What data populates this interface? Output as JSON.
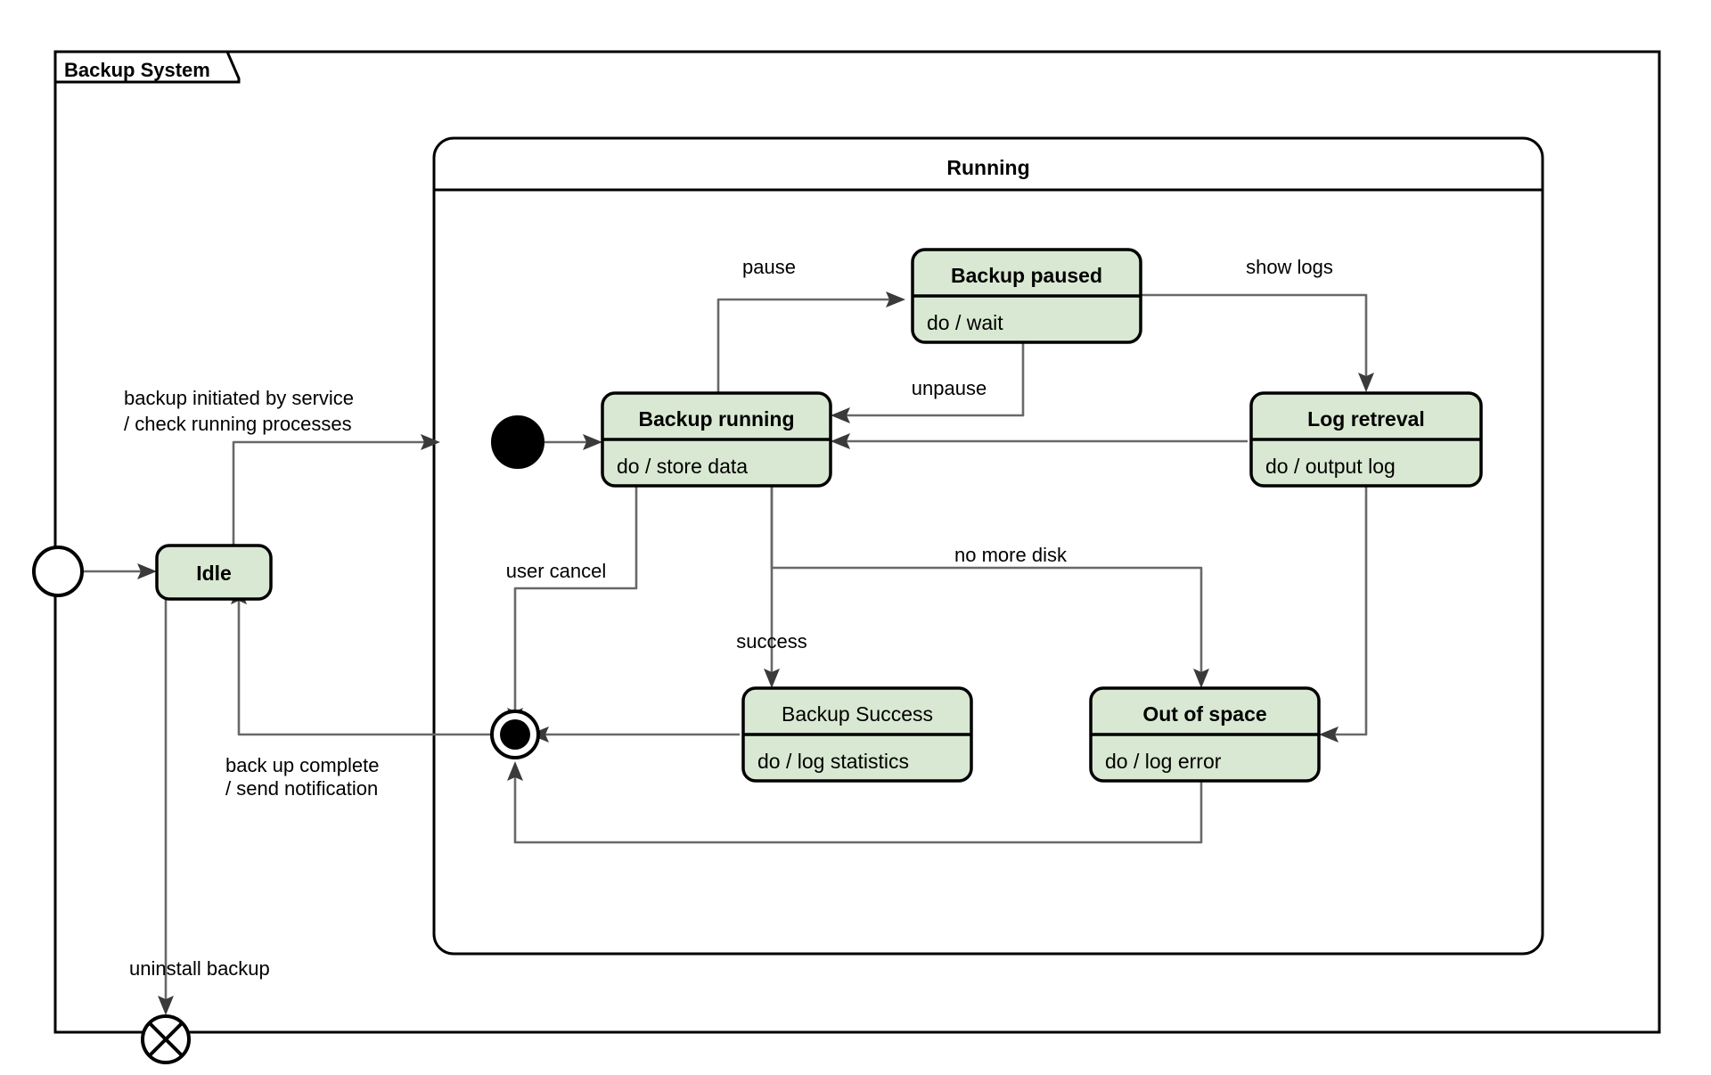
{
  "diagram": {
    "type": "uml-state-machine",
    "frame": {
      "title": "Backup System"
    },
    "composite_state": {
      "title": "Running"
    },
    "colors": {
      "state_fill": "#d9e8d2",
      "state_border": "#000000",
      "edge": "#686868",
      "frame_border": "#000000",
      "background": "#ffffff"
    },
    "nodes": [
      {
        "id": "initial-outer",
        "kind": "initial-pseudostate-hollow",
        "label": ""
      },
      {
        "id": "idle",
        "kind": "state",
        "title": "Idle",
        "activity": "",
        "bold": true
      },
      {
        "id": "initial-running",
        "kind": "initial-pseudostate-solid",
        "label": ""
      },
      {
        "id": "backup-running",
        "kind": "state",
        "title": "Backup running",
        "activity": "do / store data",
        "bold": true
      },
      {
        "id": "backup-paused",
        "kind": "state",
        "title": "Backup paused",
        "activity": "do / wait",
        "bold": true
      },
      {
        "id": "log-retreval",
        "kind": "state",
        "title": "Log retreval",
        "activity": "do / output log",
        "bold": true
      },
      {
        "id": "backup-success",
        "kind": "state",
        "title": "Backup Success",
        "activity": "do / log statistics",
        "bold": false
      },
      {
        "id": "out-of-space",
        "kind": "state",
        "title": "Out of space",
        "activity": "do / log error",
        "bold": true
      },
      {
        "id": "final-running",
        "kind": "final-state",
        "label": ""
      },
      {
        "id": "terminate",
        "kind": "terminate-node",
        "label": ""
      }
    ],
    "transitions": [
      {
        "id": "t-start-idle",
        "from": "initial-outer",
        "to": "idle",
        "label": ""
      },
      {
        "id": "t-idle-running",
        "from": "idle",
        "to": "initial-running",
        "label": "backup initiated by service\n/ check running processes",
        "label_line1": "backup initiated by service",
        "label_line2": "/ check running processes"
      },
      {
        "id": "t-complete-idle",
        "from": "final-running",
        "to": "idle",
        "label": "back up complete\n/ send notification",
        "label_line1": "back up complete",
        "label_line2": "/ send notification"
      },
      {
        "id": "t-idle-terminate",
        "from": "idle",
        "to": "terminate",
        "label": "uninstall backup"
      },
      {
        "id": "t-init-backup",
        "from": "initial-running",
        "to": "backup-running",
        "label": ""
      },
      {
        "id": "t-pause",
        "from": "backup-running",
        "to": "backup-paused",
        "label": "pause"
      },
      {
        "id": "t-unpause",
        "from": "backup-paused",
        "to": "backup-running",
        "label": "unpause"
      },
      {
        "id": "t-show-logs",
        "from": "backup-paused",
        "to": "log-retreval",
        "label": "show logs"
      },
      {
        "id": "t-log-back",
        "from": "log-retreval",
        "to": "backup-running",
        "label": ""
      },
      {
        "id": "t-user-cancel",
        "from": "backup-running",
        "to": "final-running",
        "label": "user cancel"
      },
      {
        "id": "t-success",
        "from": "backup-running",
        "to": "backup-success",
        "label": "success"
      },
      {
        "id": "t-no-more-disk",
        "from": "backup-running",
        "to": "out-of-space",
        "label": "no more disk"
      },
      {
        "id": "t-success-final",
        "from": "backup-success",
        "to": "final-running",
        "label": ""
      },
      {
        "id": "t-outofspace-final",
        "from": "out-of-space",
        "to": "final-running",
        "label": ""
      },
      {
        "id": "t-logretreval-outofspace",
        "from": "log-retreval",
        "to": "out-of-space",
        "label": ""
      }
    ],
    "labels": {
      "backup_initiated_l1": "backup initiated by service",
      "backup_initiated_l2": "/ check running processes",
      "back_up_complete_l1": "back up complete",
      "back_up_complete_l2": "/ send notification",
      "uninstall_backup": "uninstall backup",
      "pause": "pause",
      "unpause": "unpause",
      "show_logs": "show logs",
      "user_cancel": "user cancel",
      "success": "success",
      "no_more_disk": "no more disk"
    }
  }
}
